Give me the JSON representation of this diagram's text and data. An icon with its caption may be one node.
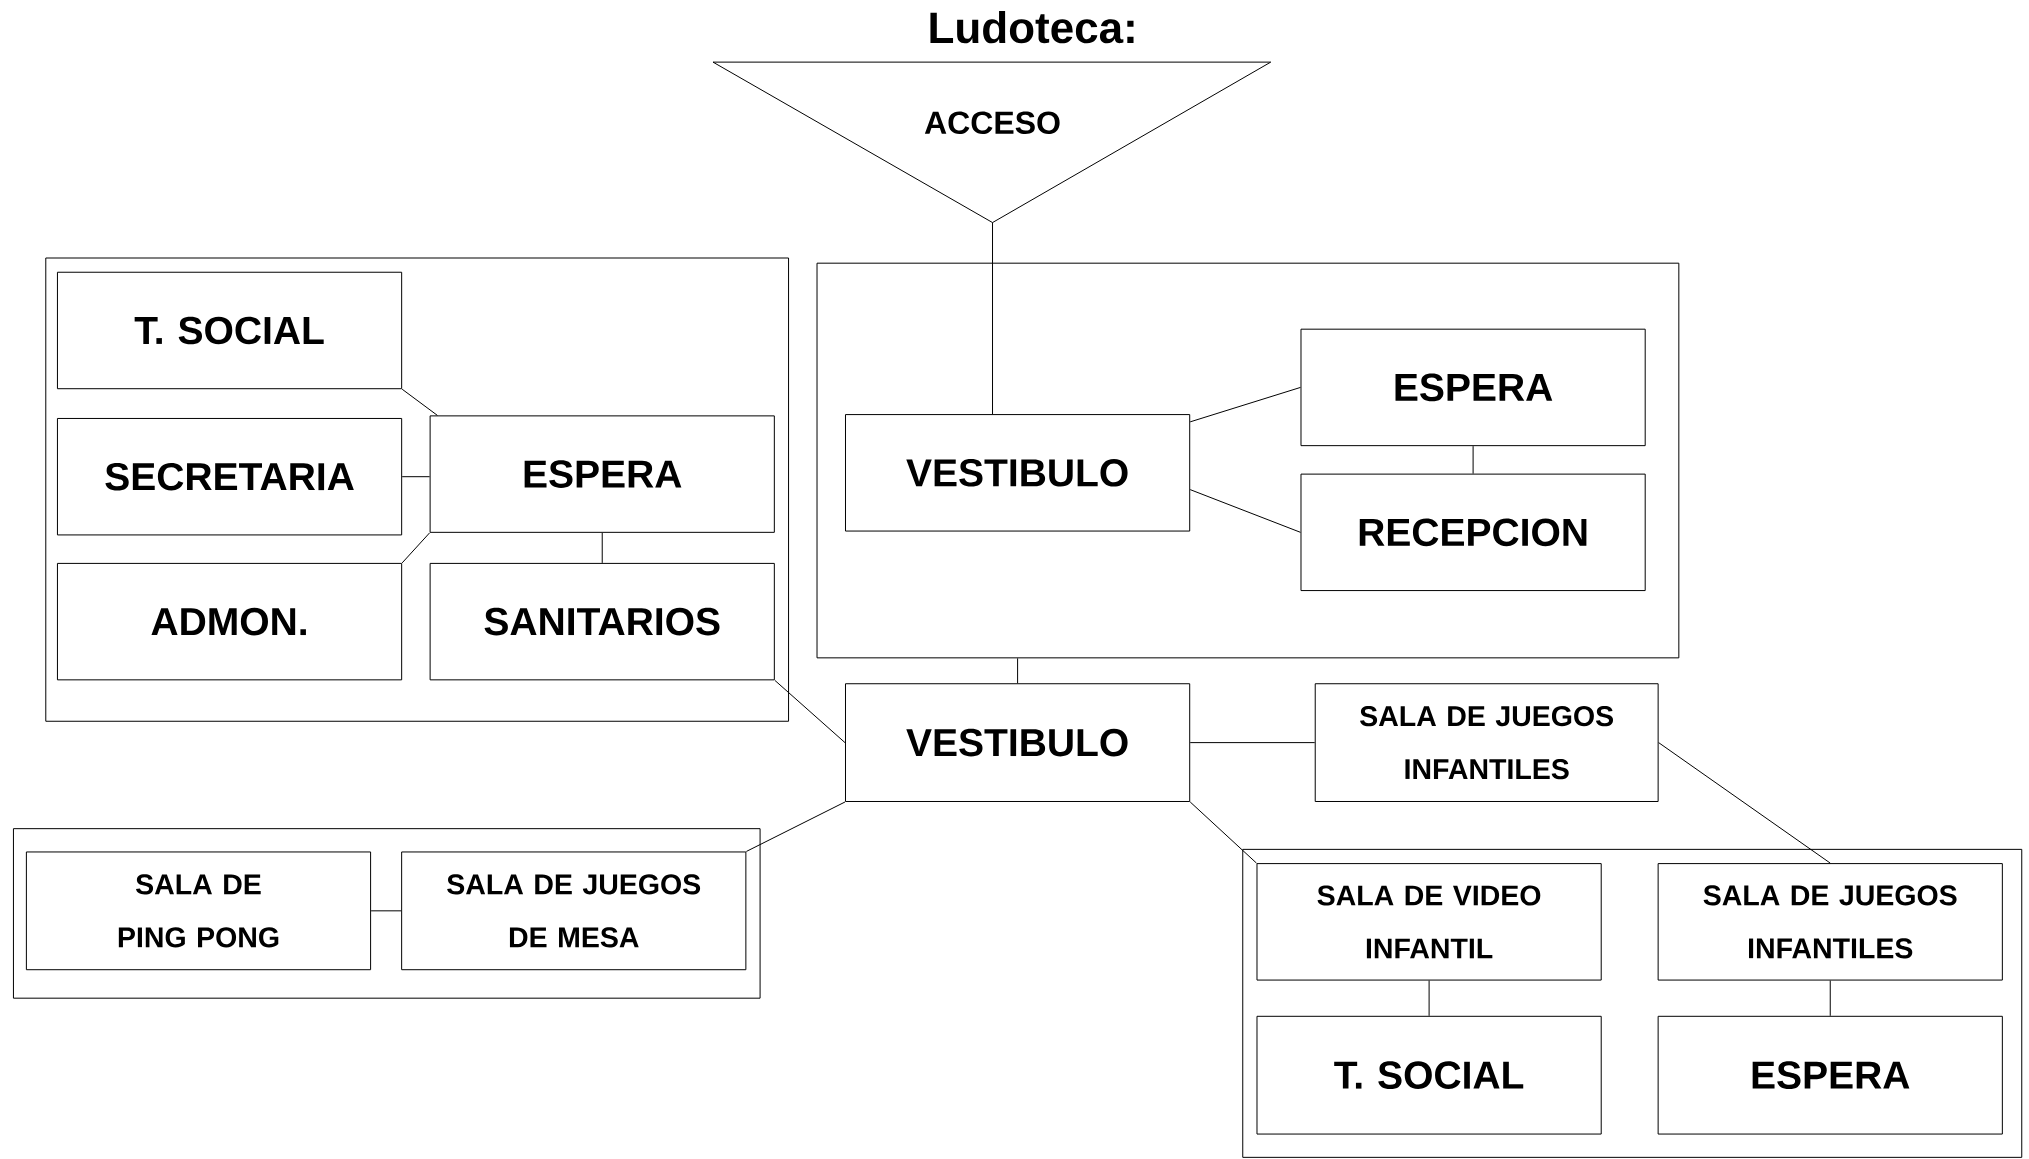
{
  "diagram": {
    "title": "Ludoteca:",
    "nodes": [
      {
        "text": [
          "ACCESO"
        ]
      },
      {
        "text": [],
        "shape": "box"
      },
      {
        "text": [
          "T. SOCIAL"
        ],
        "in": 1
      },
      {
        "text": [
          "SECRETARIA"
        ],
        "in": 1
      },
      {
        "text": [
          "ADMON."
        ],
        "in": 1
      },
      {
        "text": [
          "ESPERA"
        ],
        "in": 1
      },
      {
        "text": [
          "SANITARIOS"
        ],
        "in": 1
      },
      {
        "text": [],
        "shape": "box"
      },
      {
        "text": [
          "VESTIBULO"
        ],
        "in": 7
      },
      {
        "text": [
          "ESPERA"
        ],
        "in": 7
      },
      {
        "text": [
          "RECEPCION"
        ],
        "in": 7
      },
      {
        "text": [
          "VESTIBULO"
        ]
      },
      {
        "text": [
          "SALA DE JUEGOS INFANTILES"
        ]
      },
      {
        "text": [],
        "shape": "box"
      },
      {
        "text": [
          "SALA DE PING PONG"
        ],
        "in": 13
      },
      {
        "text": [
          "SALA DE JUEGOS DE MESA"
        ],
        "in": 13
      },
      {
        "text": [],
        "shape": "box"
      },
      {
        "text": [
          "SALA DE VIDEO INFANTIL"
        ],
        "in": 16
      },
      {
        "text": [
          "SALA DE JUEGOS INFANTILES"
        ],
        "in": 16
      },
      {
        "text": [
          "T. SOCIAL"
        ],
        "in": 16
      },
      {
        "text": [
          "ESPERA"
        ],
        "in": 16
      }
    ],
    "edges": [
      {
        "from": 0,
        "to": 8,
        "arrow": "none"
      },
      {
        "from": 2,
        "to": 5,
        "arrow": "none"
      },
      {
        "from": 3,
        "to": 5,
        "arrow": "none"
      },
      {
        "from": 4,
        "to": 5,
        "arrow": "none"
      },
      {
        "from": 5,
        "to": 6,
        "arrow": "none"
      },
      {
        "from": 8,
        "to": 9,
        "arrow": "none"
      },
      {
        "from": 8,
        "to": 10,
        "arrow": "none"
      },
      {
        "from": 9,
        "to": 10,
        "arrow": "none"
      },
      {
        "from": 7,
        "to": 11,
        "arrow": "none"
      },
      {
        "from": 6,
        "to": 11,
        "arrow": "none"
      },
      {
        "from": 11,
        "to": 12,
        "arrow": "none"
      },
      {
        "from": 11,
        "to": 15,
        "arrow": "none"
      },
      {
        "from": 14,
        "to": 15,
        "arrow": "none"
      },
      {
        "from": 11,
        "to": 17,
        "arrow": "none"
      },
      {
        "from": 12,
        "to": 18,
        "arrow": "none"
      },
      {
        "from": 17,
        "to": 19,
        "arrow": "none"
      },
      {
        "from": 18,
        "to": 20,
        "arrow": "none"
      }
    ]
  }
}
